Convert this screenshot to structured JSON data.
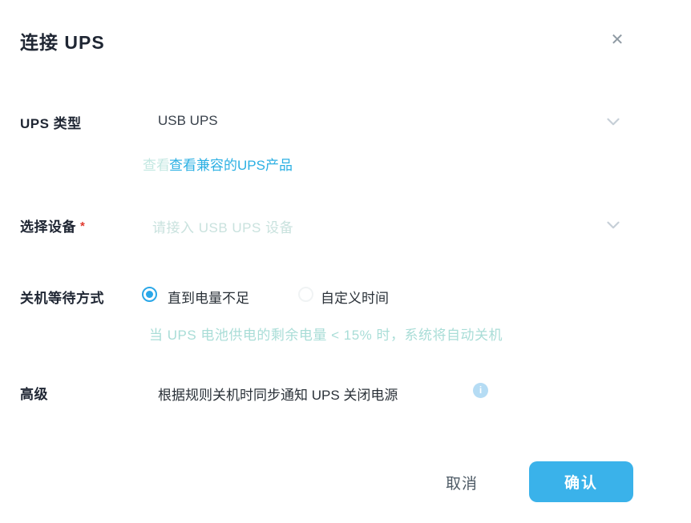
{
  "dialog": {
    "title": "连接 UPS",
    "close_icon": "✕"
  },
  "form": {
    "ups_type": {
      "label": "UPS 类型",
      "value": "USB UPS",
      "ghost_text": "查看",
      "link_text": "查看兼容的UPS产品"
    },
    "device": {
      "label": "选择设备",
      "required_mark": "*",
      "placeholder": "请接入 USB UPS 设备"
    },
    "shutdown_wait": {
      "label": "关机等待方式",
      "options": [
        {
          "label": "直到电量不足",
          "selected": true
        },
        {
          "label": "自定义时间",
          "selected": false
        }
      ],
      "hint": "当 UPS 电池供电的剩余电量 < 15% 时，系统将自动关机"
    },
    "advanced": {
      "label": "高级",
      "text": "根据规则关机时同步通知 UPS 关闭电源",
      "info_icon": "i"
    }
  },
  "footer": {
    "cancel_label": "取消",
    "confirm_label": "确认"
  },
  "colors": {
    "accent": "#3ab2ea",
    "link": "#2cb0e3",
    "hint_text": "#a9ddd7",
    "placeholder_text": "#c9e2de",
    "required": "#e03a2f",
    "chevron": "#c6cfd7"
  }
}
